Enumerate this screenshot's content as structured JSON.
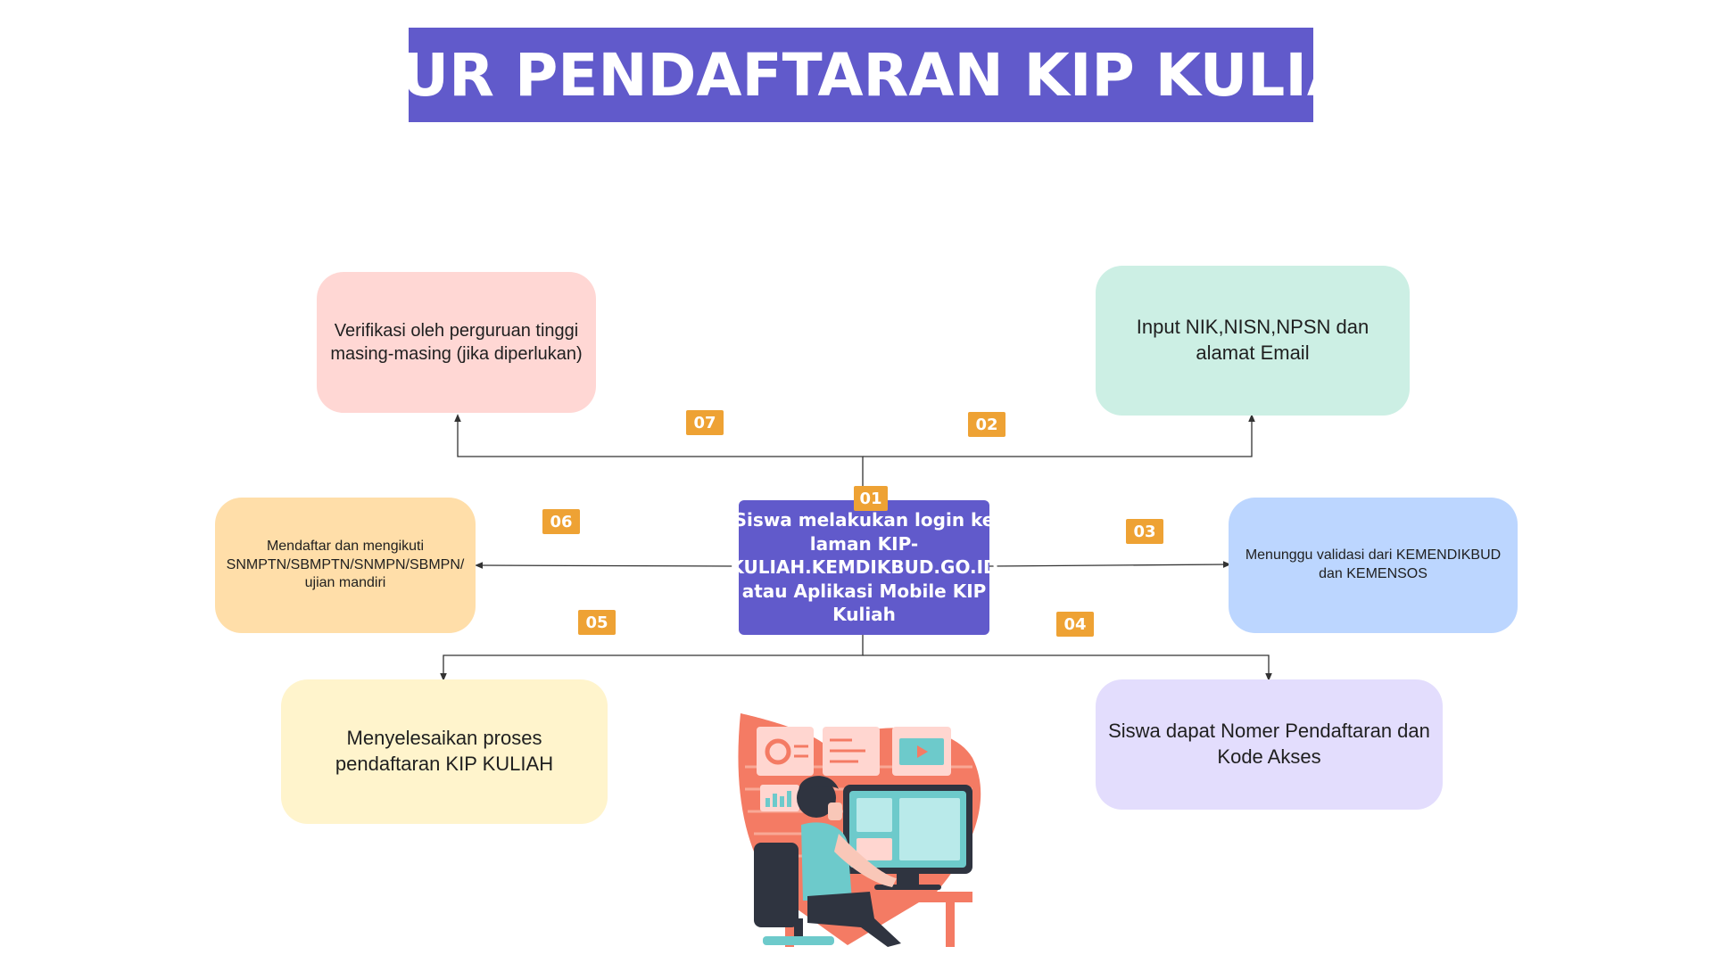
{
  "title": "ALUR PENDAFTARAN KIP KULIAH",
  "colors": {
    "accent": "#615ACB",
    "badge": "#EEA234",
    "line": "#333333",
    "step02": "#CCEFE4",
    "step03": "#BCD6FF",
    "step04": "#E3DDFD",
    "step05": "#FFF4CC",
    "step06": "#FFDEA9",
    "step07": "#FFD7D4"
  },
  "steps": {
    "s01": {
      "badge": "01",
      "text": "Siswa melakukan login ke laman KIP-KULIAH.KEMDIKBUD.GO.ID atau Aplikasi Mobile KIP Kuliah"
    },
    "s02": {
      "badge": "02",
      "text": "Input NIK,NISN,NPSN dan alamat Email"
    },
    "s03": {
      "badge": "03",
      "text": "Menunggu validasi dari KEMENDIKBUD dan KEMENSOS"
    },
    "s04": {
      "badge": "04",
      "text": "Siswa dapat Nomer Pendaftaran dan Kode Akses"
    },
    "s05": {
      "badge": "05",
      "text": "Menyelesaikan proses pendaftaran KIP KULIAH"
    },
    "s06": {
      "badge": "06",
      "text": "Mendaftar dan mengikuti SNMPTN/SBMPTN/SNMPN/SBMPN/ ujian mandiri"
    },
    "s07": {
      "badge": "07",
      "text": "Verifikasi oleh perguruan tinggi masing-masing (jika diperlukan)"
    }
  },
  "illustration": {
    "icon": "person-at-computer-icon"
  }
}
